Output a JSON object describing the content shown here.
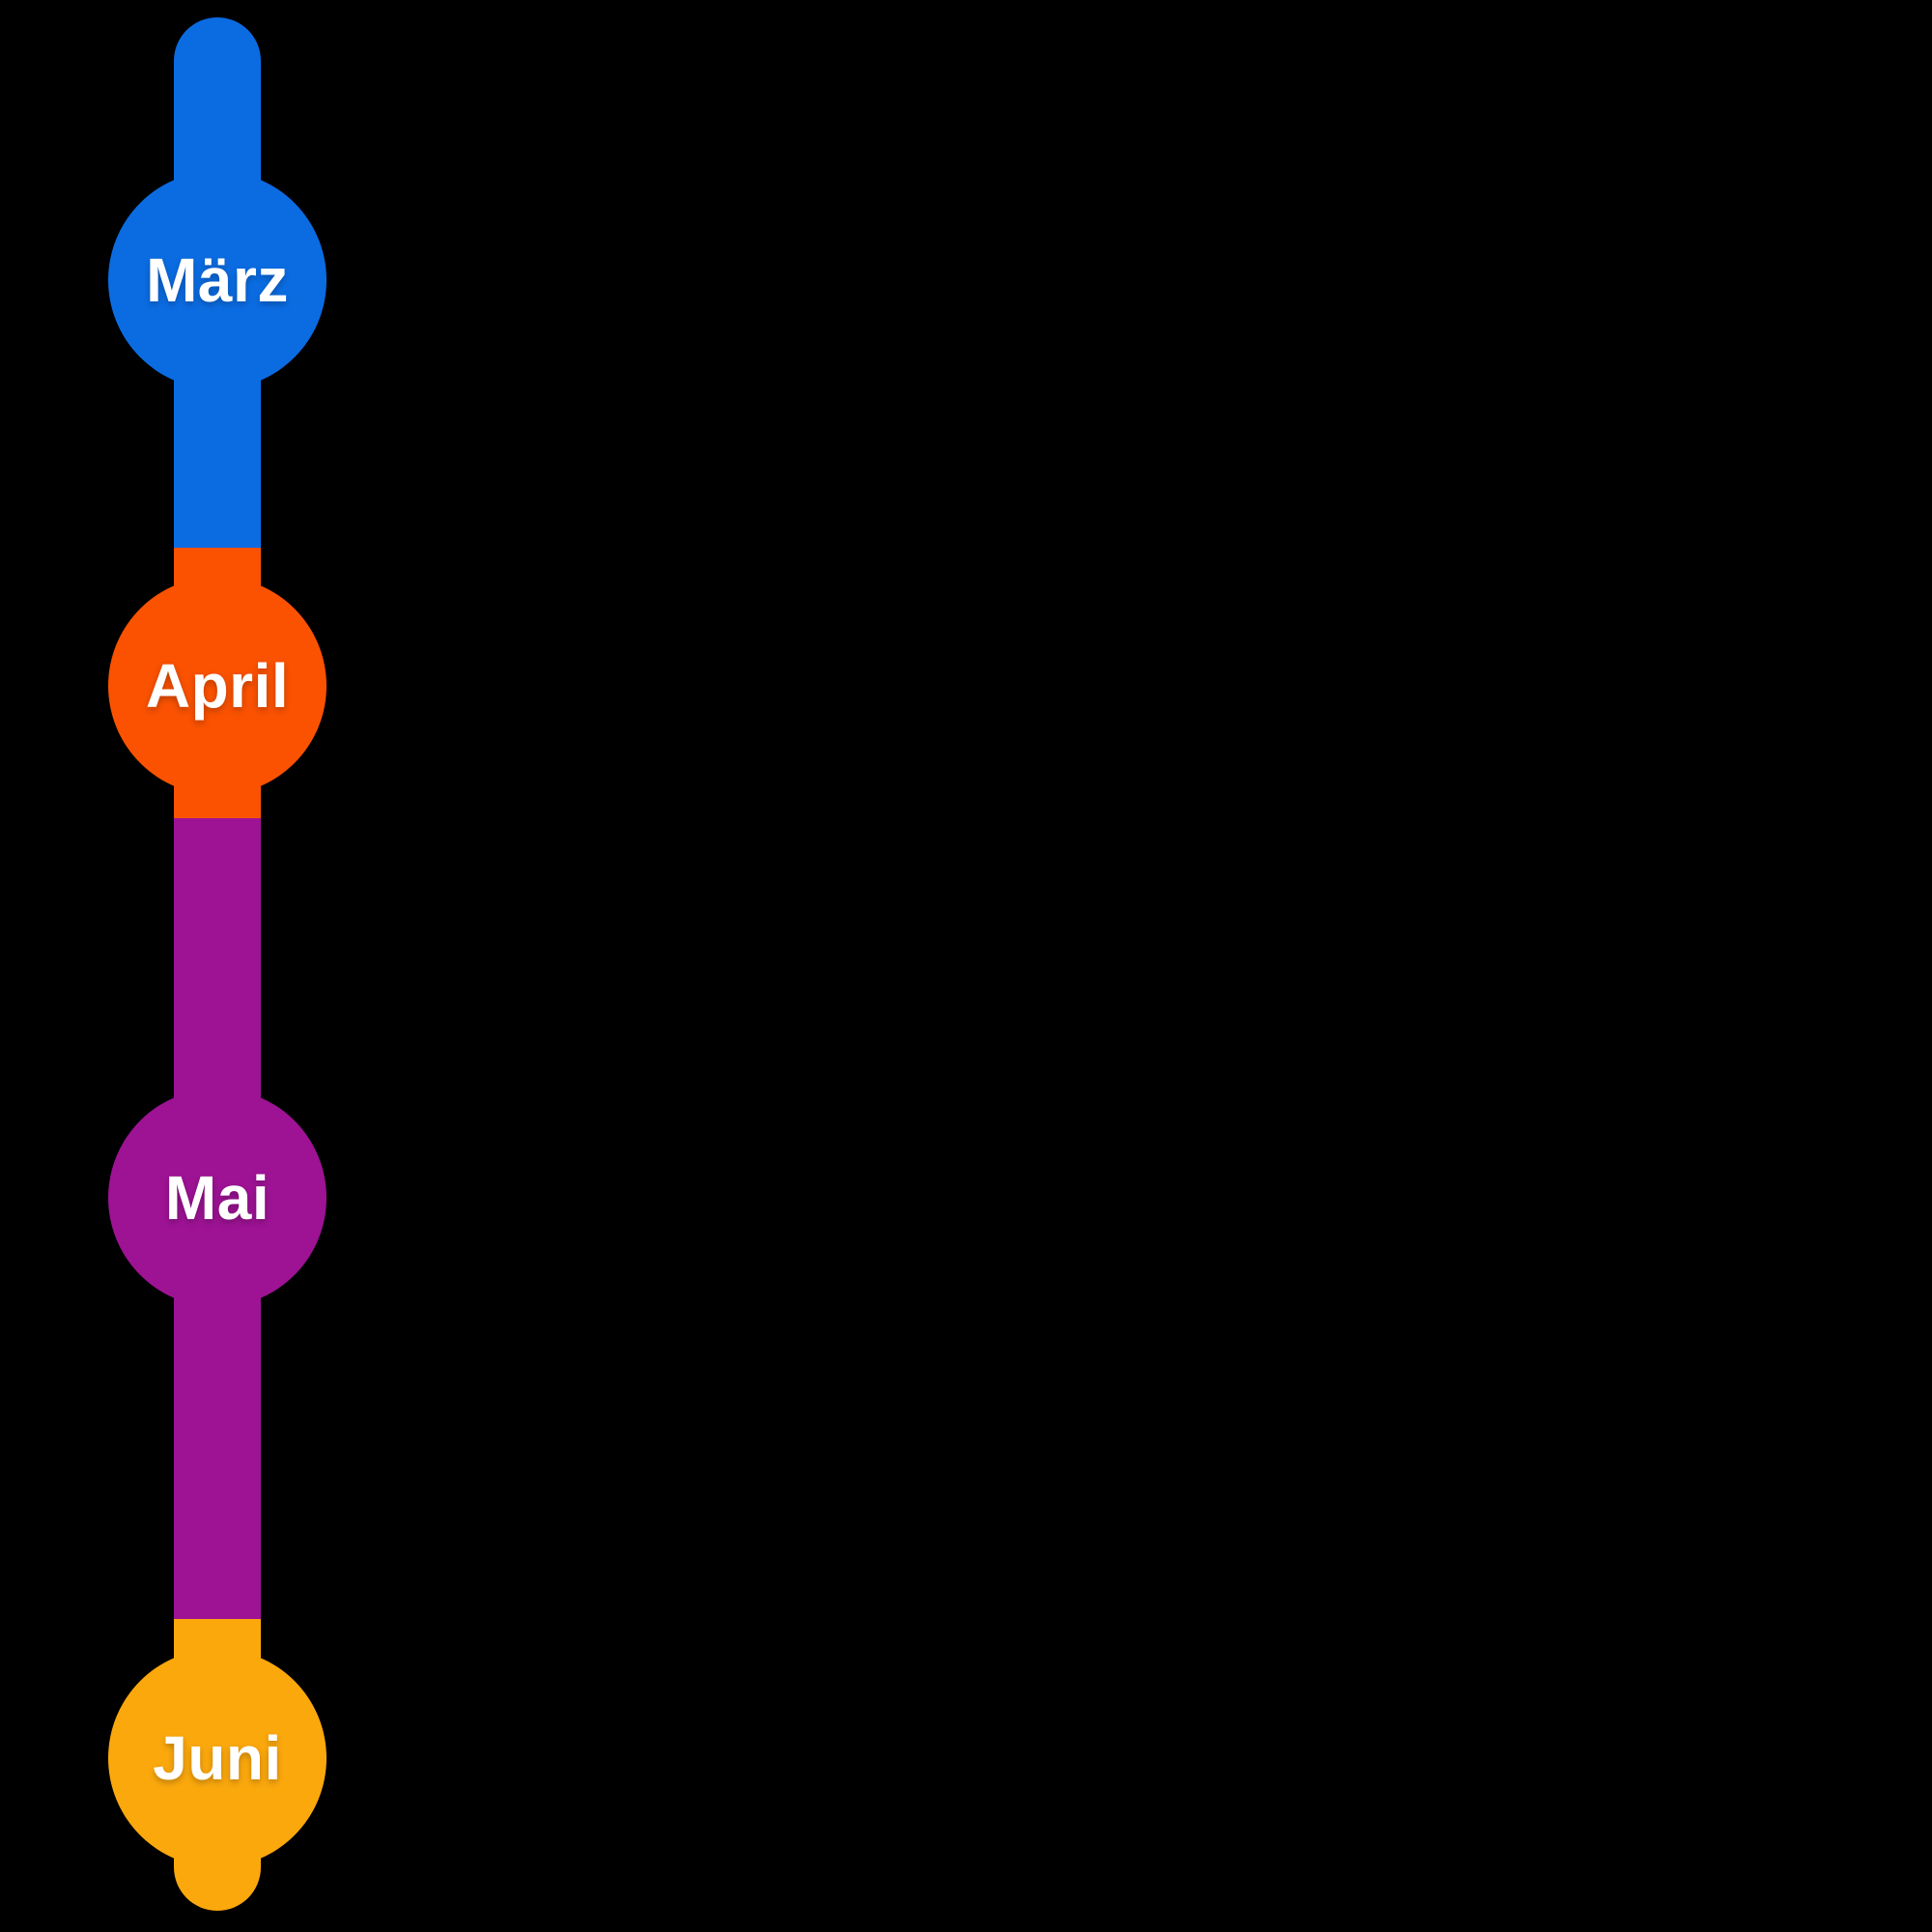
{
  "background_color": "#000000",
  "text_color": "#FFFFFF",
  "timeline": {
    "type": "vertical-month-timeline",
    "orientation": "vertical",
    "months": [
      {
        "label": "März",
        "color": "#0B6CE2"
      },
      {
        "label": "April",
        "color": "#FA5200"
      },
      {
        "label": "Mai",
        "color": "#9D1394"
      },
      {
        "label": "Juni",
        "color": "#FBA80D"
      }
    ]
  }
}
